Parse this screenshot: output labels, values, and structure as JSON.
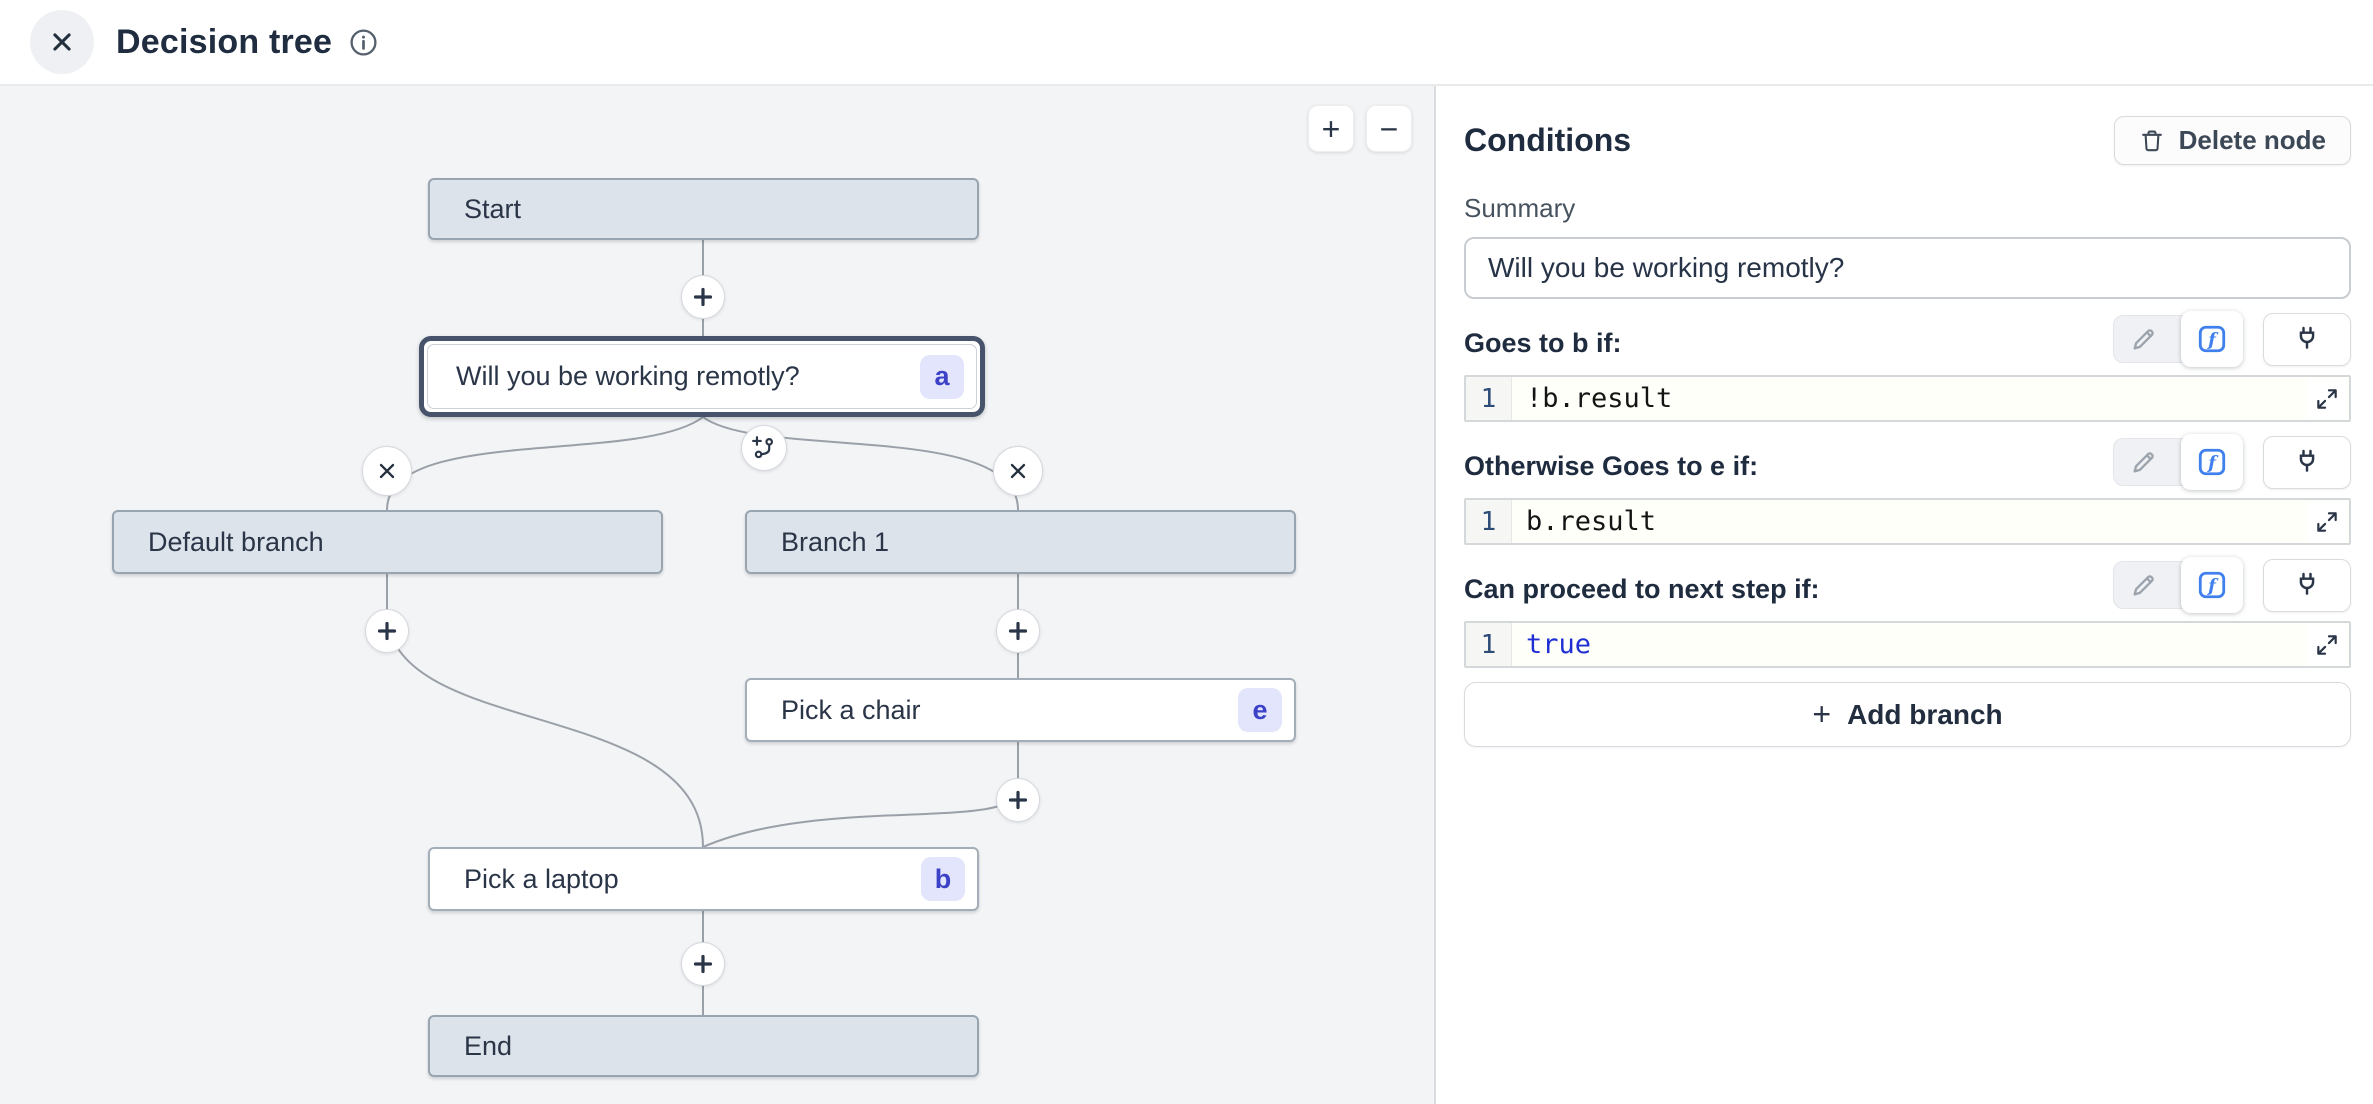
{
  "header": {
    "title": "Decision tree"
  },
  "canvas": {
    "zoom_in": "+",
    "zoom_out": "−",
    "nodes": [
      {
        "id": "start",
        "label": "Start"
      },
      {
        "id": "question",
        "label": "Will you be working remotly?",
        "badge": "a"
      },
      {
        "id": "default-branch",
        "label": "Default branch"
      },
      {
        "id": "branch-1",
        "label": "Branch 1"
      },
      {
        "id": "pick-a-chair",
        "label": "Pick a chair",
        "badge": "e"
      },
      {
        "id": "pick-a-laptop",
        "label": "Pick a laptop",
        "badge": "b"
      },
      {
        "id": "end",
        "label": "End"
      }
    ]
  },
  "panel": {
    "title": "Conditions",
    "delete_button": "Delete node",
    "summary_label": "Summary",
    "summary_value": "Will you be working remotly?",
    "conditions": [
      {
        "label": "Goes to b if:",
        "line_number": "1",
        "code": "!b.result"
      },
      {
        "label": "Otherwise Goes to e if:",
        "line_number": "1",
        "code": "b.result"
      },
      {
        "label": "Can proceed to next step if:",
        "line_number": "1",
        "code": "true"
      }
    ],
    "add_branch": {
      "plus": "+",
      "label": "Add branch"
    }
  },
  "colors": {
    "accent_blue": "#4080ee",
    "badge_bg": "#e2e5fb",
    "badge_text": "#3c42c8",
    "node_fill": "#dde3eb",
    "selected_border": "#46536b",
    "keyword_blue": "#1f2fd4"
  }
}
